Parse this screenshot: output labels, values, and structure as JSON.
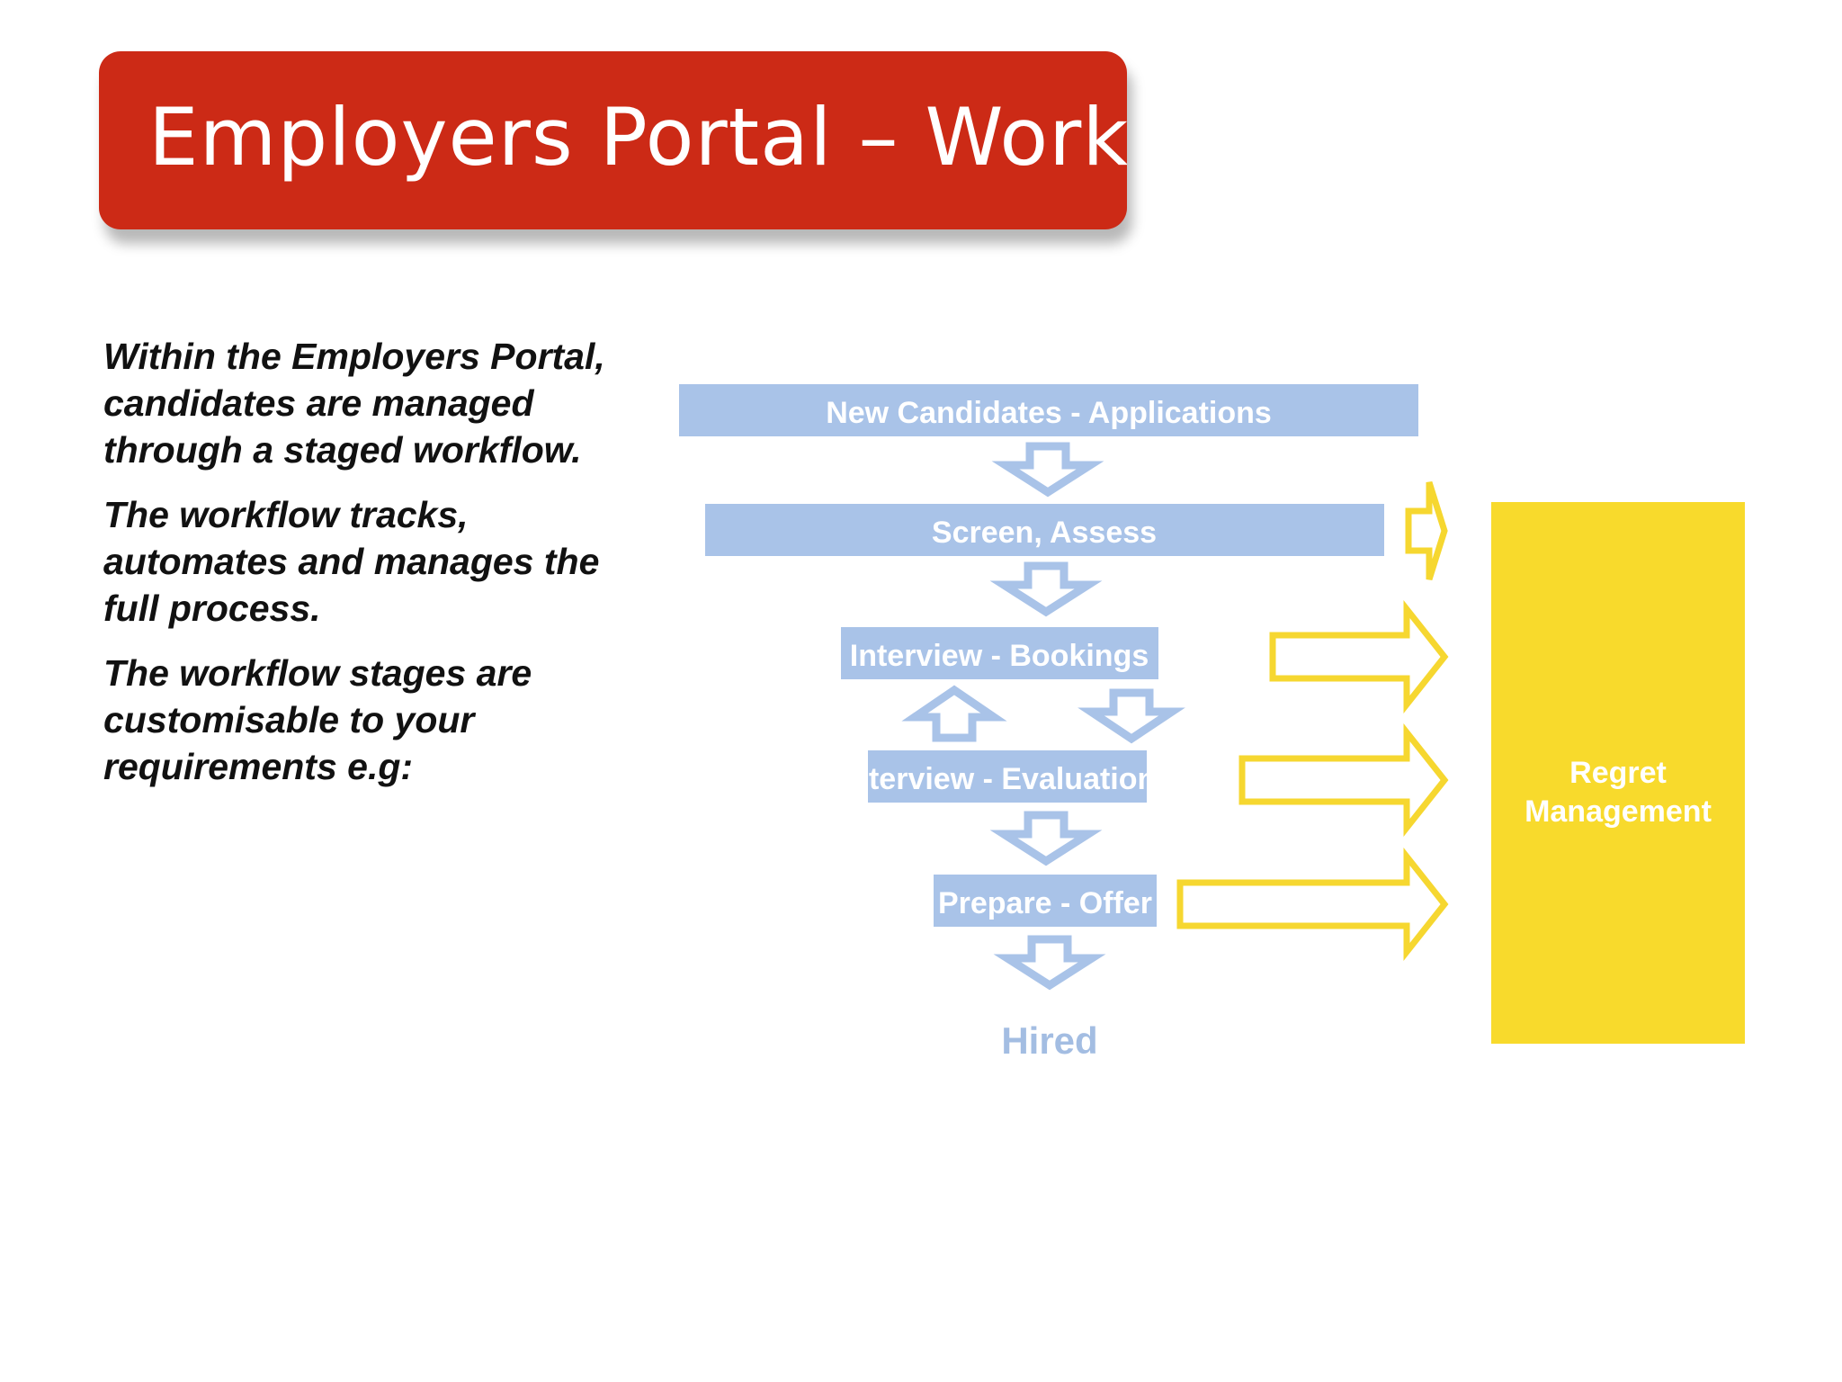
{
  "slide": {
    "title": "Employers Portal – Workflow",
    "paragraphs": [
      "Within the Employers Portal, candidates are managed through a staged workflow.",
      "The workflow tracks, automates and manages the full process.",
      "The workflow stages are customisable to your requirements e.g:"
    ]
  },
  "diagram": {
    "stages": [
      "New Candidates - Applications",
      "Screen, Assess",
      "Interview - Bookings",
      "Interview - Evaluations",
      "Prepare - Offer"
    ],
    "final_stage": "Hired",
    "side_box_lines": [
      "Regret",
      "Management"
    ],
    "colors": {
      "stage_fill": "#a9c3e8",
      "stage_text": "#ffffff",
      "flow_arrow": "#a9c3e8",
      "regret_fill": "#f8da2c",
      "regret_arrow": "#f6d730",
      "hired_text": "#a3bde2",
      "title_bg": "#cc2a16",
      "title_text": "#ffffff"
    }
  }
}
